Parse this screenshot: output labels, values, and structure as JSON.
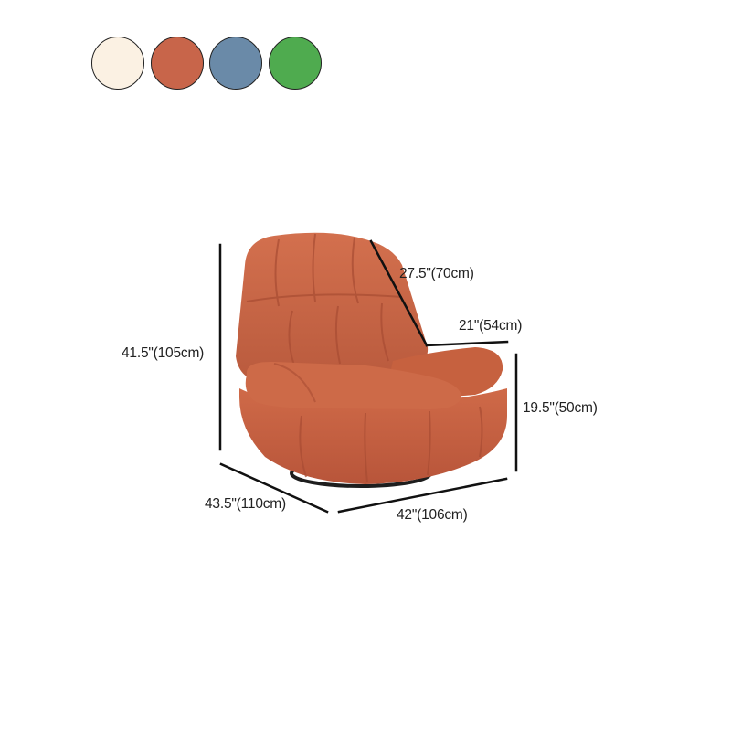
{
  "color_options": [
    {
      "name": "cream",
      "hex": "#fbf1e3"
    },
    {
      "name": "burnt-orange",
      "hex": "#c8654a"
    },
    {
      "name": "slate-blue",
      "hex": "#6a8aa8"
    },
    {
      "name": "green",
      "hex": "#4fab4f"
    }
  ],
  "product": {
    "type": "swivel recliner chair",
    "upholstery_color": "#c5603f",
    "base_color": "#1e1e1e"
  },
  "dimensions": {
    "height": "41.5\"(105cm)",
    "back_depth": "27.5\"(70cm)",
    "seat_depth": "21\"(54cm)",
    "seat_height": "19.5\"(50cm)",
    "depth": "43.5\"(110cm)",
    "width": "42\"(106cm)"
  }
}
